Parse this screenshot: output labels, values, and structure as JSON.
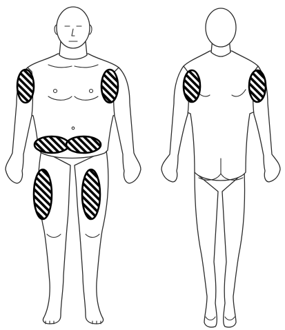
{
  "colors": {
    "outline": "#2a2a2a",
    "zone_fill_stripe": "#000000",
    "zone_fill_gap": "#ffffff",
    "background": "#ffffff"
  },
  "views": [
    {
      "id": "front",
      "hatched_zones": [
        "upper-arm-right",
        "upper-arm-left",
        "abdomen-right",
        "abdomen-left",
        "thigh-right",
        "thigh-left"
      ]
    },
    {
      "id": "back",
      "hatched_zones": [
        "upper-arm-back-left",
        "upper-arm-back-right"
      ]
    }
  ],
  "hatch_pattern": "diagonal-stripes"
}
